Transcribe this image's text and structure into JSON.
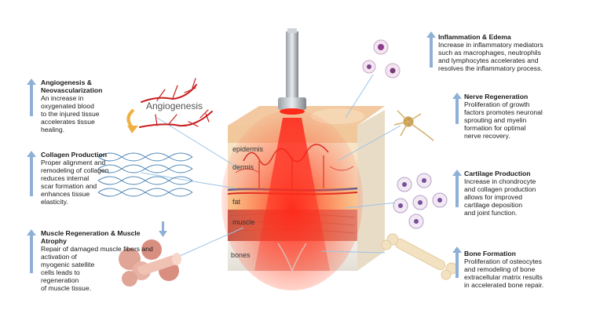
{
  "blocks": {
    "inflammation": {
      "title": "Inflammation & Edema",
      "desc": [
        "Increase in inflammatory mediators",
        "such as macrophages, neutrophils",
        "and lymphocytes accelerates and",
        "resolves the inflammatory process."
      ]
    },
    "nerve": {
      "title": "Nerve Regeneration",
      "desc": [
        "Proliferation of growth",
        "factors promotes neuronal",
        "sprouting and myelin",
        "formation for optimal",
        "nerve recovery."
      ]
    },
    "cartilage": {
      "title": "Cartilage Production",
      "desc": [
        "Increase in chondrocyte",
        "and collagen production",
        "allows for improved",
        "cartilage deposition",
        "and joint function."
      ]
    },
    "bone": {
      "title": "Bone Formation",
      "desc": [
        "Proliferation of osteocytes",
        "and remodeling of bone",
        "extracellular matrix results",
        "in accelerated bone repair."
      ]
    },
    "angio": {
      "title1": "Angiogenesis &",
      "title2": "Neovascularization",
      "desc": [
        "An increase in",
        "oxygenated blood",
        "to the injured tissue",
        "accelerates tissue",
        "healing."
      ]
    },
    "collagen": {
      "title": "Collagen Production",
      "desc": [
        "Proper alignment and",
        "remodeling of collagen",
        "reduces internal",
        "scar formation and",
        "enhances tissue",
        "elasticity."
      ]
    },
    "muscle": {
      "title": "Muscle Regeneration & Muscle Atrophy",
      "desc": [
        "Repair of damaged muscle fibers and",
        "activation of",
        "myogenic satellite",
        "cells leads to",
        "regeneration",
        "of muscle tissue."
      ]
    }
  },
  "angiogenesis_label": "Angiogenesis",
  "layers": {
    "epidermis": "epidermis",
    "dermis": "dermis",
    "fat": "fat",
    "muscle": "muscle",
    "bones": "bones"
  },
  "colors": {
    "arrow": "#8fb0d6",
    "laser": "#e8221d",
    "vessel": "#c81e1e",
    "skin": "#f4d6a8",
    "dermis": "#f7e2c2",
    "muscle": "#c86a5a",
    "collagen": "#2e6fa8"
  }
}
